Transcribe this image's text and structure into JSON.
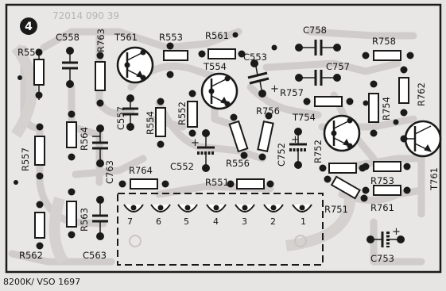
{
  "badge": "4",
  "serial": "72014 090 39",
  "footer": "8200K/ VSO 1697",
  "labels": {
    "C558": "C558",
    "R763": "R763",
    "T561": "T561",
    "R553": "R553",
    "R561": "R561",
    "C758": "C758",
    "R758": "R758",
    "R558": "R558",
    "T554": "T554",
    "C553": "C553",
    "C757": "C757",
    "R757": "R757",
    "R762": "R762",
    "R754": "R754",
    "C557": "C557",
    "R554": "R554",
    "R552": "R552",
    "R564": "R564",
    "R756": "R756",
    "T754": "T754",
    "R557": "R557",
    "C763": "C763",
    "C552": "C552",
    "R556": "R556",
    "C752": "C752",
    "R752": "R752",
    "T761": "T761",
    "R764": "R764",
    "R551": "R551",
    "R753": "R753",
    "R563": "R563",
    "R751": "R751",
    "R761": "R761",
    "R562": "R562",
    "C563": "C563",
    "C753": "C753"
  },
  "connector_pins": [
    "7",
    "6",
    "5",
    "4",
    "3",
    "2",
    "1"
  ]
}
